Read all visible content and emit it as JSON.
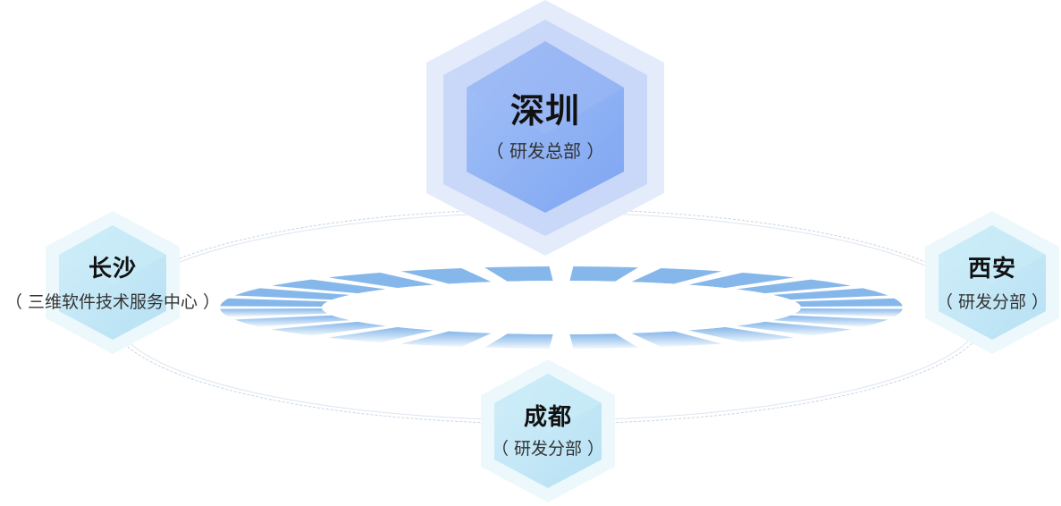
{
  "colors": {
    "hex_primary": "#8fb1f5",
    "hex_secondary": "#bfe6f5",
    "ring_blue": "#6ba8e6",
    "orbit_line": "#c9d4e3"
  },
  "nodes": {
    "shenzhen": {
      "name": "深圳",
      "subtitle": "（ 研发总部 ）"
    },
    "changsha": {
      "name": "长沙",
      "subtitle": "（ 三维软件技术服务中心 ）"
    },
    "xian": {
      "name": "西安",
      "subtitle": "（ 研发分部 ）"
    },
    "chengdu": {
      "name": "成都",
      "subtitle": "（ 研发分部 ）"
    }
  }
}
